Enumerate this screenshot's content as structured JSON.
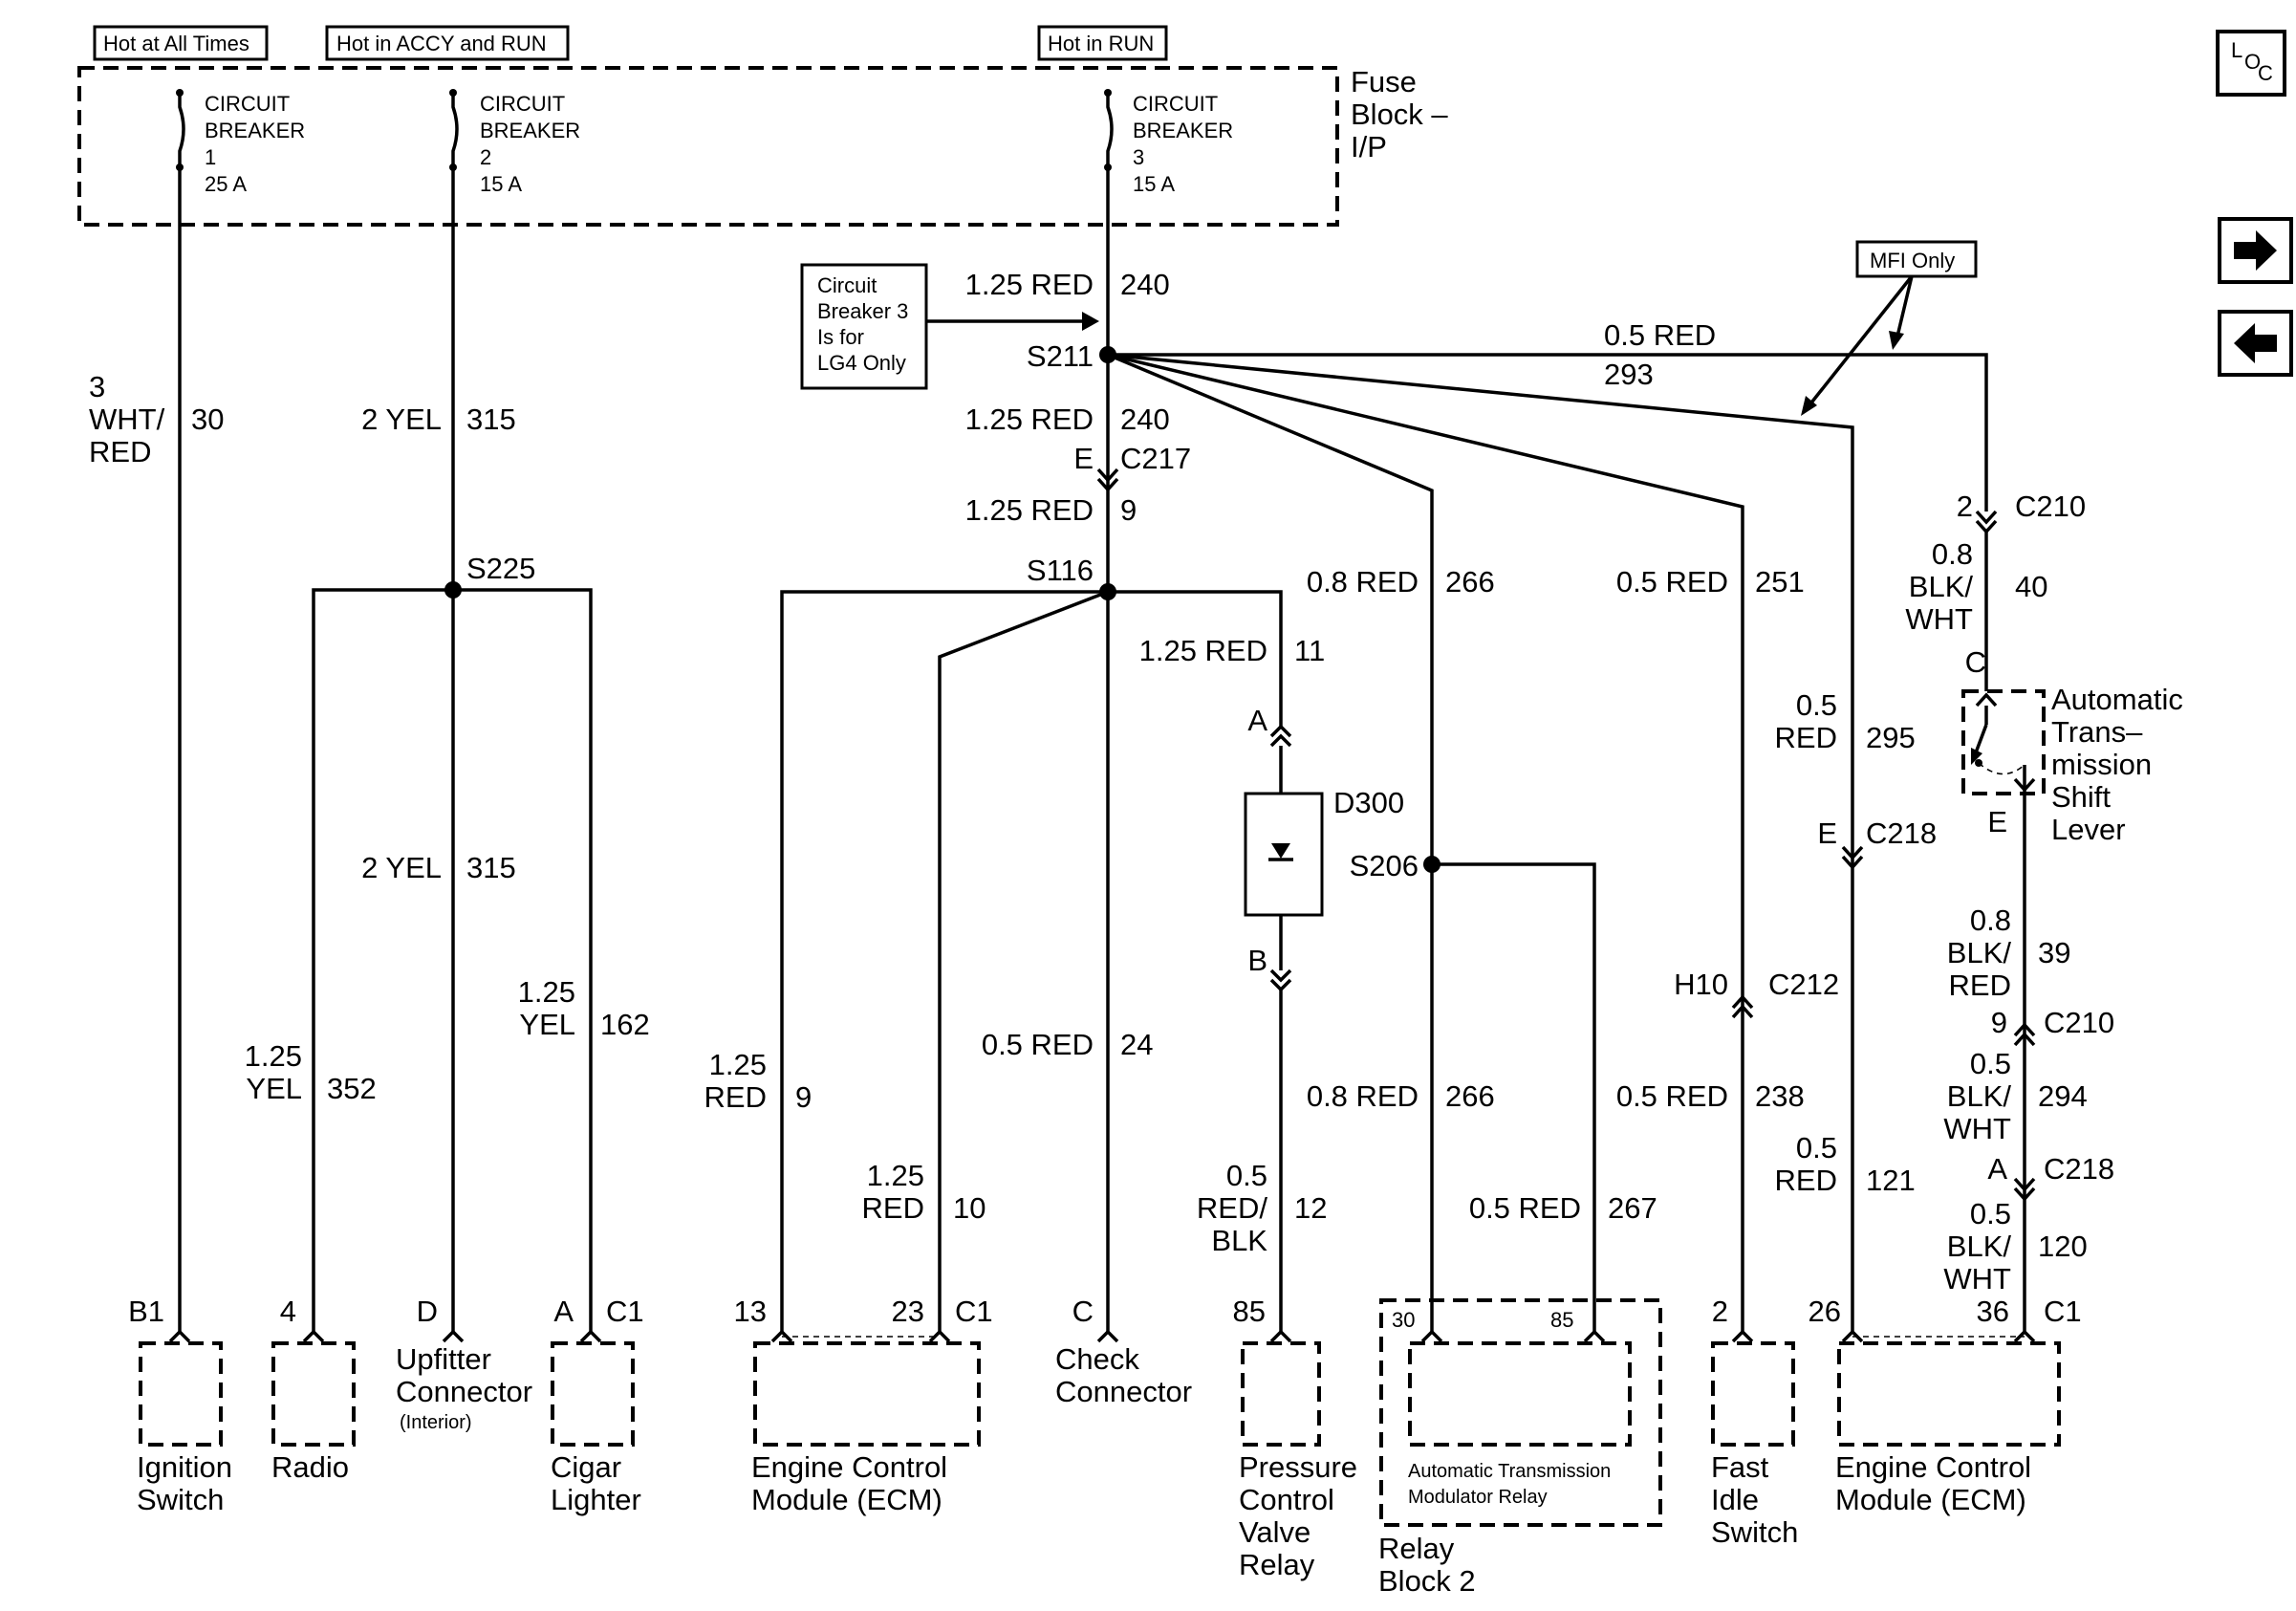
{
  "header_tags": {
    "hot_at_all_times": "Hot at All Times",
    "hot_accy_run": "Hot in ACCY and RUN",
    "hot_in_run": "Hot in RUN"
  },
  "fuse_block": {
    "l1": "Fuse",
    "l2": "Block –",
    "l3": "I/P"
  },
  "breakers": [
    {
      "l1": "CIRCUIT",
      "l2": "BREAKER",
      "num": "1",
      "amps": "25 A"
    },
    {
      "l1": "CIRCUIT",
      "l2": "BREAKER",
      "num": "2",
      "amps": "15 A"
    },
    {
      "l1": "CIRCUIT",
      "l2": "BREAKER",
      "num": "3",
      "amps": "15 A"
    }
  ],
  "notes": {
    "cb3": [
      "Circuit",
      "Breaker 3",
      "Is for",
      "LG4 Only"
    ],
    "mfi": "MFI Only"
  },
  "nav": {
    "loc_l": "L",
    "loc_o": "O",
    "loc_c": "C",
    "next": "➔",
    "prev": "⬅"
  },
  "wires": {
    "w1": {
      "l1": "3",
      "l2": "WHT/",
      "l3": "RED",
      "num": "30"
    },
    "w2_top": {
      "color": "2 YEL",
      "num": "315"
    },
    "w2_mid": {
      "color": "2 YEL",
      "num": "315"
    },
    "w352": {
      "l1": "1.25",
      "l2": "YEL",
      "num": "352"
    },
    "w162": {
      "l1": "1.25",
      "l2": "YEL",
      "num": "162"
    },
    "w240a": {
      "color": "1.25 RED",
      "num": "240"
    },
    "w240b": {
      "color": "1.25 RED",
      "num": "240"
    },
    "w9a": {
      "color": "1.25 RED",
      "num": "9"
    },
    "w11": {
      "color": "1.25 RED",
      "num": "11"
    },
    "w9b": {
      "l1": "1.25",
      "l2": "RED",
      "num": "9"
    },
    "w10": {
      "l1": "1.25",
      "l2": "RED",
      "num": "10"
    },
    "w24": {
      "color": "0.5 RED",
      "num": "24"
    },
    "w12": {
      "l1": "0.5",
      "l2": "RED/",
      "l3": "BLK",
      "num": "12"
    },
    "w266a": {
      "color": "0.8 RED",
      "num": "266"
    },
    "w266b": {
      "color": "0.8 RED",
      "num": "266"
    },
    "w267": {
      "color": "0.5 RED",
      "num": "267"
    },
    "w251": {
      "color": "0.5 RED",
      "num": "251"
    },
    "w238": {
      "color": "0.5 RED",
      "num": "238"
    },
    "w293": {
      "color": "0.5 RED",
      "num": "293"
    },
    "w295": {
      "l1": "0.5",
      "l2": "RED",
      "num": "295"
    },
    "w121": {
      "l1": "0.5",
      "l2": "RED",
      "num": "121"
    },
    "w40": {
      "l1": "0.8",
      "l2": "BLK/",
      "l3": "WHT",
      "num": "40"
    },
    "w39": {
      "l1": "0.8",
      "l2": "BLK/",
      "l3": "RED",
      "num": "39"
    },
    "w294": {
      "l1": "0.5",
      "l2": "BLK/",
      "l3": "WHT",
      "num": "294"
    },
    "w120": {
      "l1": "0.5",
      "l2": "BLK/",
      "l3": "WHT",
      "num": "120"
    }
  },
  "splices": {
    "s211": "S211",
    "s225": "S225",
    "s116": "S116",
    "s206": "S206"
  },
  "connectors": {
    "c217": {
      "pin": "E",
      "name": "C217"
    },
    "c210a": {
      "pin": "2",
      "name": "C210"
    },
    "c218a": {
      "pin": "E",
      "name": "C218"
    },
    "c212": {
      "pin": "H10",
      "name": "C212"
    },
    "c210b": {
      "pin": "9",
      "name": "C210"
    },
    "c218b": {
      "pin": "A",
      "name": "C218"
    },
    "d300_a": "A",
    "d300_b": "B",
    "d300": "D300",
    "shift_c": "C",
    "shift_e": "E"
  },
  "shift_lever": {
    "l1": "Automatic",
    "l2": "Trans–",
    "l3": "mission",
    "l4": "Shift",
    "l5": "Lever"
  },
  "components": {
    "ignition": {
      "pin": "B1",
      "l1": "Ignition",
      "l2": "Switch"
    },
    "radio": {
      "pin": "4",
      "l1": "Radio"
    },
    "upfitter": {
      "pin": "D",
      "l1": "Upfitter",
      "l2": "Connector",
      "l3": "(Interior)"
    },
    "cigar": {
      "pin": "A",
      "conn": "C1",
      "l1": "Cigar",
      "l2": "Lighter"
    },
    "ecm1": {
      "pin1": "13",
      "pin2": "23",
      "conn": "C1",
      "l1": "Engine Control",
      "l2": "Module (ECM)"
    },
    "check": {
      "pin": "C",
      "l1": "Check",
      "l2": "Connector"
    },
    "pcv": {
      "pin": "85",
      "l1": "Pressure",
      "l2": "Control",
      "l3": "Valve",
      "l4": "Relay"
    },
    "relay_block": {
      "pin1": "30",
      "pin2": "85",
      "inner1": "Automatic Transmission",
      "inner2": "Modulator Relay",
      "l1": "Relay",
      "l2": "Block 2"
    },
    "fast_idle": {
      "pin": "2",
      "l1": "Fast",
      "l2": "Idle",
      "l3": "Switch"
    },
    "ecm2": {
      "pin1": "26",
      "pin2": "36",
      "conn": "C1",
      "l1": "Engine Control",
      "l2": "Module (ECM)"
    }
  }
}
